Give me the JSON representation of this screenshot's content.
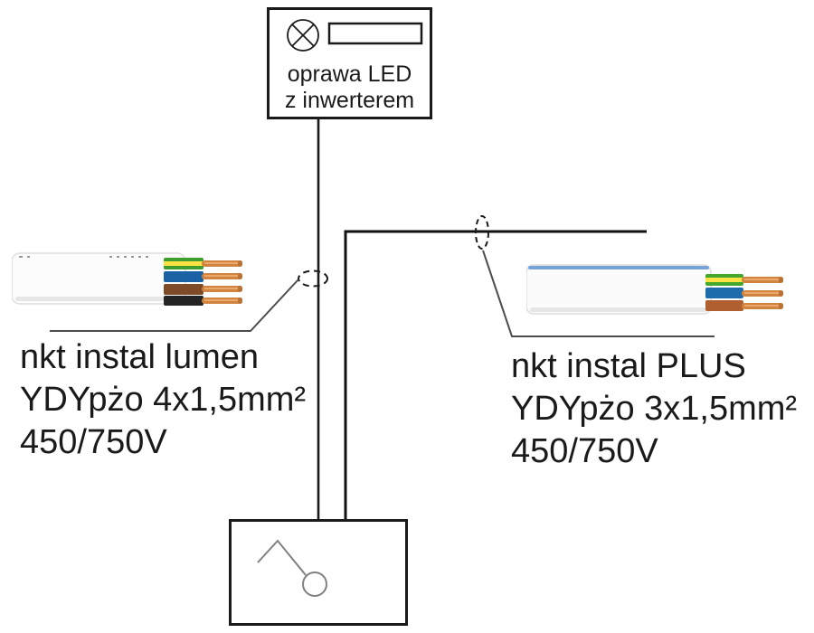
{
  "diagram": {
    "background_color": "#ffffff",
    "line_color": "#1a1a1a",
    "luminaire": {
      "symbol": "lamp-with-led-tube-icon",
      "label_line1": "oprawa LED",
      "label_line2": "z inwerterem"
    },
    "switch": {
      "symbol": "one-pole-switch-icon"
    },
    "junction_markers": [
      "dashed-ellipse-on-lamp-wire",
      "dashed-ellipse-on-switch-branch-wire"
    ],
    "cable_left": {
      "brand": "nkt instal lumen",
      "spec": "YDYpżo 4x1,5mm²",
      "voltage": "450/750V",
      "conductors": [
        "green-yellow",
        "blue",
        "brown",
        "black"
      ],
      "colors": {
        "sheath": "#fcfcfc",
        "green": "#3f9e2d",
        "yellow": "#ffe243",
        "blue": "#1a62a5",
        "brown": "#7e4a27",
        "black": "#242424",
        "copper": "#d08440"
      }
    },
    "cable_right": {
      "brand": "nkt instal PLUS",
      "spec": "YDYpżo 3x1,5mm²",
      "voltage": "450/750V",
      "conductors": [
        "green-yellow",
        "blue",
        "brown"
      ],
      "colors": {
        "sheath": "#fbfbfb",
        "top_stripe": "#76a3d6",
        "green": "#44a82e",
        "yellow": "#ffe243",
        "blue": "#1f6cad",
        "brown": "#b06030",
        "copper": "#d08440"
      }
    }
  }
}
